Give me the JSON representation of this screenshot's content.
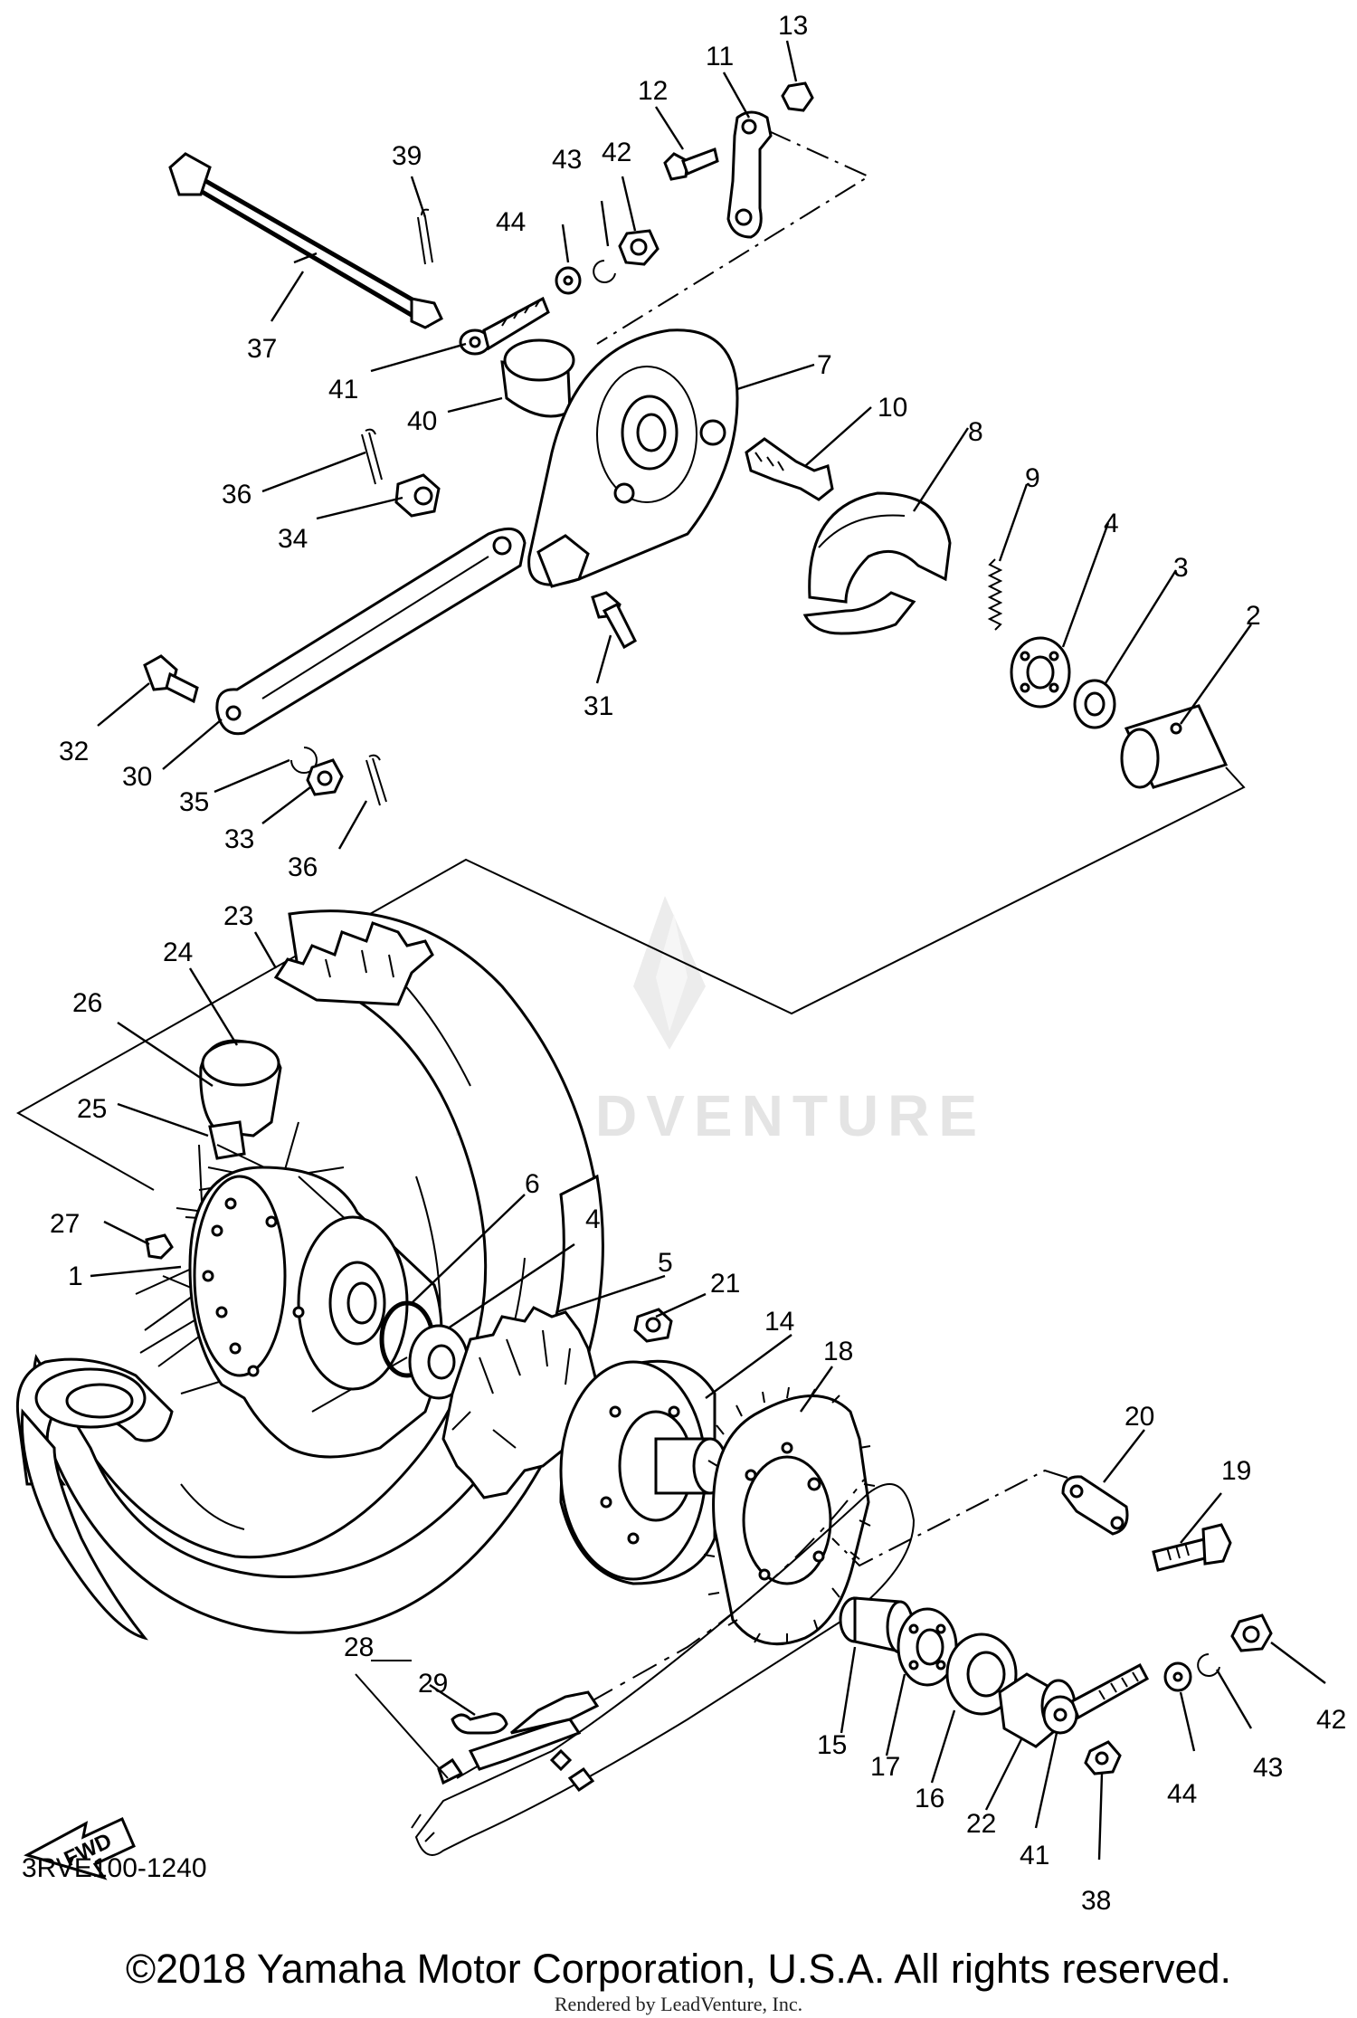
{
  "diagram": {
    "part_code": "3RVE100-1240",
    "copyright": "©2018 Yamaha Motor Corporation, U.S.A. All rights reserved.",
    "rendered_by": "Rendered by LeadVenture, Inc.",
    "watermark": "LEADVENTURE",
    "fwd_label": "FWD",
    "callouts": [
      "1",
      "2",
      "3",
      "4",
      "4",
      "5",
      "6",
      "7",
      "8",
      "9",
      "10",
      "11",
      "12",
      "13",
      "14",
      "15",
      "16",
      "17",
      "18",
      "19",
      "20",
      "21",
      "22",
      "23",
      "24",
      "25",
      "26",
      "27",
      "28",
      "29",
      "30",
      "31",
      "32",
      "33",
      "34",
      "35",
      "36",
      "36",
      "37",
      "38",
      "39",
      "40",
      "41",
      "41",
      "42",
      "42",
      "43",
      "43",
      "44",
      "44"
    ]
  }
}
